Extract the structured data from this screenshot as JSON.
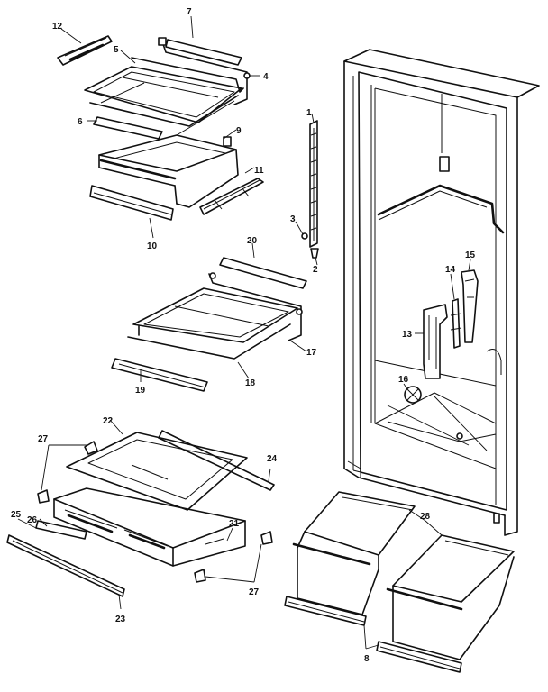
{
  "callouts": [
    {
      "id": "c1",
      "text": "1"
    },
    {
      "id": "c2",
      "text": "2"
    },
    {
      "id": "c3",
      "text": "3"
    },
    {
      "id": "c4",
      "text": "4"
    },
    {
      "id": "c5",
      "text": "5"
    },
    {
      "id": "c6",
      "text": "6"
    },
    {
      "id": "c7",
      "text": "7"
    },
    {
      "id": "c8",
      "text": "8"
    },
    {
      "id": "c9",
      "text": "9"
    },
    {
      "id": "c10",
      "text": "10"
    },
    {
      "id": "c11",
      "text": "11"
    },
    {
      "id": "c12",
      "text": "12"
    },
    {
      "id": "c13",
      "text": "13"
    },
    {
      "id": "c14",
      "text": "14"
    },
    {
      "id": "c15",
      "text": "15"
    },
    {
      "id": "c16",
      "text": "16"
    },
    {
      "id": "c17",
      "text": "17"
    },
    {
      "id": "c18",
      "text": "18"
    },
    {
      "id": "c19",
      "text": "19"
    },
    {
      "id": "c20",
      "text": "20"
    },
    {
      "id": "c21",
      "text": "21"
    },
    {
      "id": "c22",
      "text": "22"
    },
    {
      "id": "c23",
      "text": "23"
    },
    {
      "id": "c24",
      "text": "24"
    },
    {
      "id": "c25",
      "text": "25"
    },
    {
      "id": "c26",
      "text": "26"
    },
    {
      "id": "c27a",
      "text": "27"
    },
    {
      "id": "c27b",
      "text": "27"
    },
    {
      "id": "c28",
      "text": "28"
    }
  ]
}
